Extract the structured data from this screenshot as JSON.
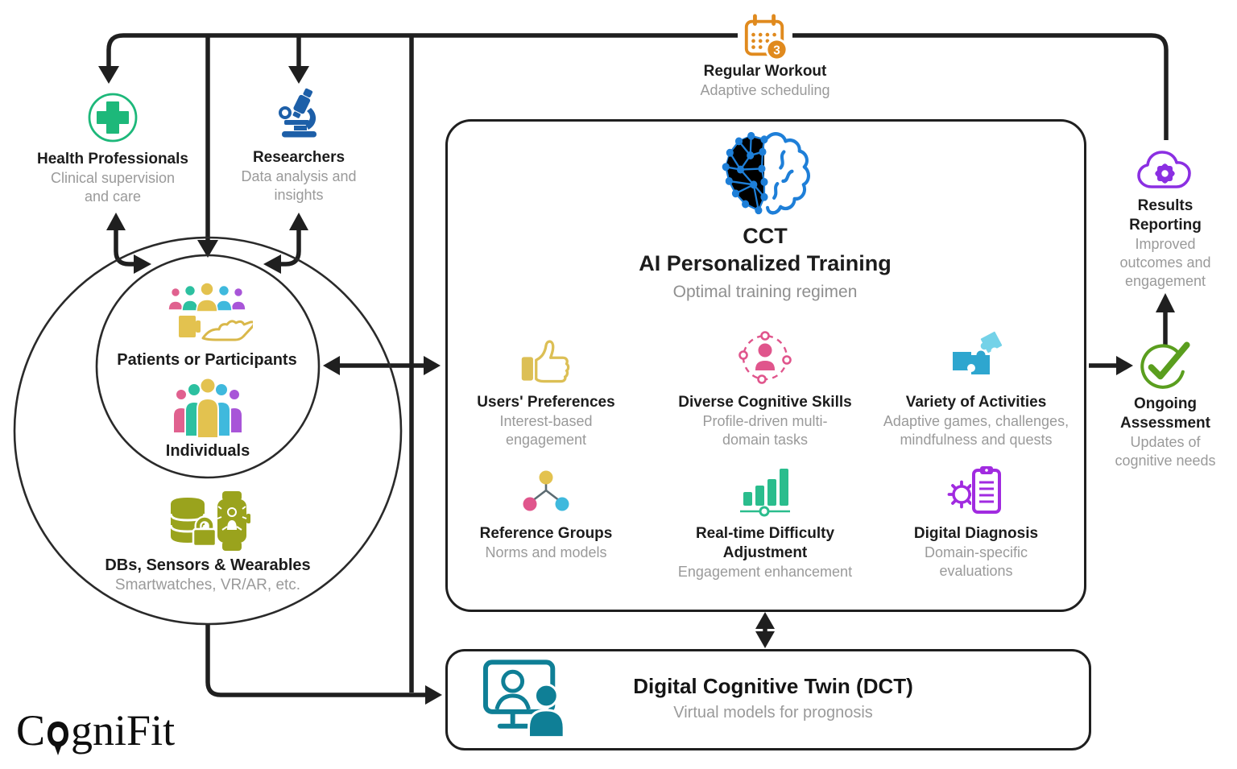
{
  "workout": {
    "title": "Regular Workout",
    "subtitle": "Adaptive scheduling",
    "badge": "3"
  },
  "health": {
    "title": "Health Professionals",
    "subtitle": "Clinical supervision and care"
  },
  "researchers": {
    "title": "Researchers",
    "subtitle": "Data analysis and insights"
  },
  "circle": {
    "patients": {
      "title": "Patients or Participants"
    },
    "individuals": {
      "title": "Individuals"
    },
    "dbs": {
      "title": "DBs, Sensors & Wearables",
      "subtitle": "Smartwatches, VR/AR, etc."
    }
  },
  "cct": {
    "acronym": "CCT",
    "title": "AI Personalized Training",
    "subtitle": "Optimal training regimen",
    "features": [
      {
        "title": "Users' Preferences",
        "subtitle": "Interest-based engagement"
      },
      {
        "title": "Diverse Cognitive Skills",
        "subtitle": "Profile-driven multi-domain tasks"
      },
      {
        "title": "Variety of Activities",
        "subtitle": "Adaptive games, challenges, mindfulness and quests"
      },
      {
        "title": "Reference Groups",
        "subtitle": "Norms and models"
      },
      {
        "title": "Real-time Difficulty Adjustment",
        "subtitle": "Engagement enhancement"
      },
      {
        "title": "Digital Diagnosis",
        "subtitle": "Domain-specific evaluations"
      }
    ]
  },
  "results": {
    "title": "Results Reporting",
    "subtitle": "Improved outcomes and engagement"
  },
  "assessment": {
    "title": "Ongoing Assessment",
    "subtitle": "Updates of cognitive needs"
  },
  "dct": {
    "title": "Digital Cognitive Twin (DCT)",
    "subtitle": "Virtual models for prognosis"
  },
  "logo": {
    "brand": "CogniFit",
    "prefix": "C",
    "suffix": "gniFit"
  },
  "colors": {
    "line": "#1f1f1f",
    "gray_text": "#9a9a9a",
    "orange": "#e08a1e",
    "health_green": "#1db87a",
    "microscope_blue": "#1d5fa8",
    "brain_blue": "#1e7fd8",
    "thumbs_yellow": "#dcbf55",
    "skills_pink": "#e0558c",
    "puzzle_blue": "#2ea6cf",
    "puzzle_light": "#74d2e8",
    "bars_green": "#2abd8d",
    "diagnosis_purple": "#a12be0",
    "cloud_purple": "#8b2fe2",
    "olive": "#9aa31d",
    "check_green": "#5a9e1e",
    "dct_teal": "#0f7f96",
    "person_pink": "#e0618f",
    "person_teal": "#2cc0a0",
    "person_yellow": "#e3c24f",
    "person_cyan": "#3fb9dd",
    "person_purple": "#a855d8"
  }
}
